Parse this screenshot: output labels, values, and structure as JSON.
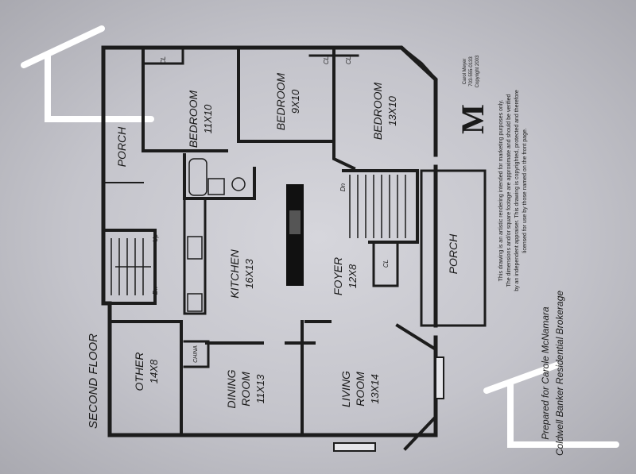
{
  "floor_label": "SECOND FLOOR",
  "rooms": {
    "bedroom1": {
      "name": "BEDROOM",
      "size": "11X10"
    },
    "bedroom2": {
      "name": "BEDROOM",
      "size": "9X10"
    },
    "bedroom3": {
      "name": "BEDROOM",
      "size": "13X10"
    },
    "porch_top": {
      "name": "PORCH"
    },
    "porch_right": {
      "name": "PORCH"
    },
    "kitchen": {
      "name": "KITCHEN",
      "size": "16X13"
    },
    "foyer": {
      "name": "FOYER",
      "size": "12X8"
    },
    "other": {
      "name": "OTHER",
      "size": "14X8"
    },
    "dining": {
      "name": "DINING",
      "name2": "ROOM",
      "size": "11X13"
    },
    "living": {
      "name": "LIVING",
      "name2": "ROOM",
      "size": "13X14"
    }
  },
  "small_labels": {
    "closet": "CL",
    "china": "CHINA",
    "down": "Dn",
    "up": "Up"
  },
  "logo": {
    "mark": "M",
    "lines": [
      "Carol Meyer",
      "703-555-0133",
      "Copyright 2003"
    ]
  },
  "disclaimer": [
    "This drawing is an artistic rendering intended for marketing purposes only.",
    "The dimensions and/or square footage are approximate and should be verified",
    "by an independent appraiser. This drawing is copyrighted, protected and therefore",
    "licensed for use by those named on the front page."
  ],
  "prepared_for": [
    "Prepared for Carole McNamara",
    "Coldwell Banker Residential Brokerage"
  ],
  "colors": {
    "paper": "#cdcdd3",
    "ink": "#1c1c1c",
    "stroke_white": "#ffffff"
  }
}
